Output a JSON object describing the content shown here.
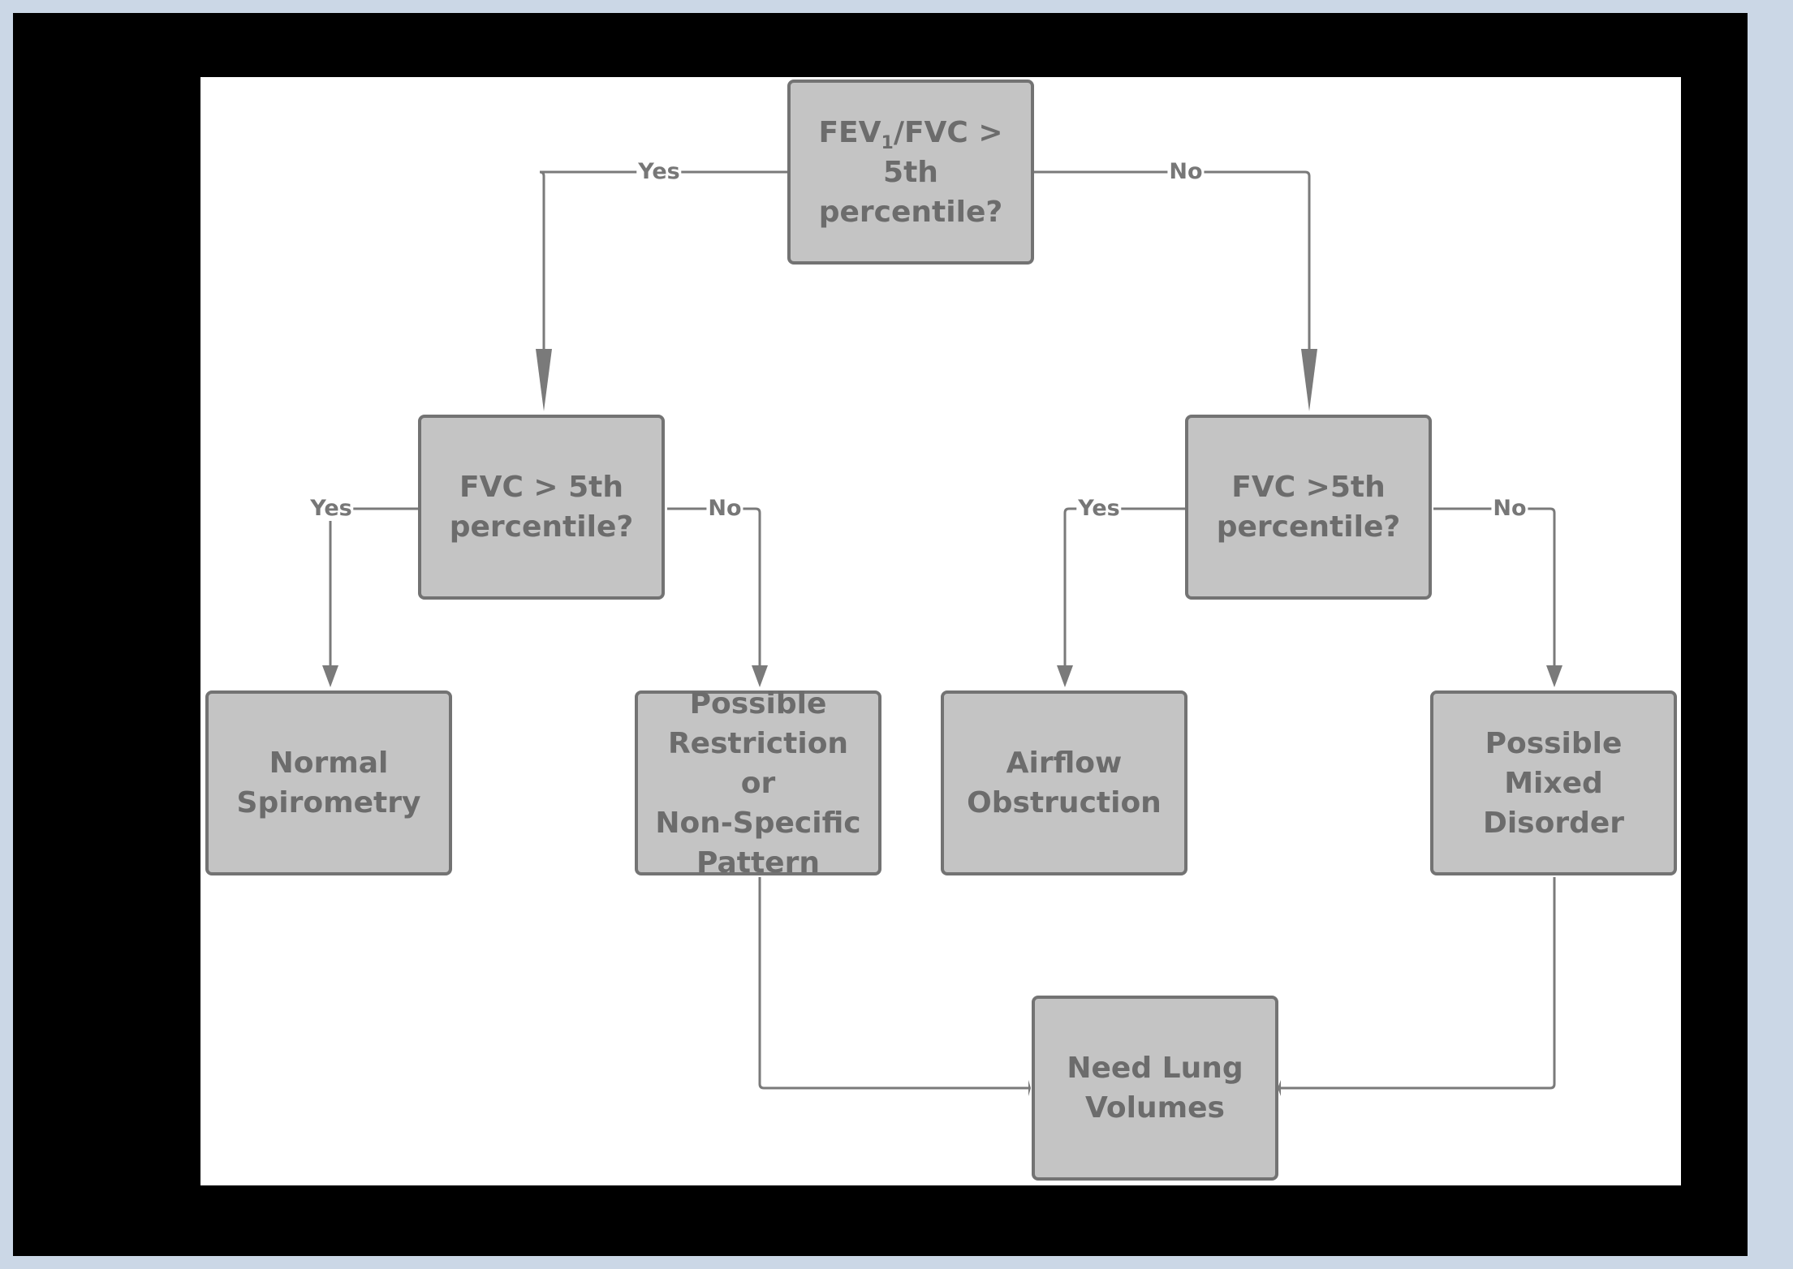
{
  "nodes": {
    "root": {
      "label": "FEV",
      "subscript": "1",
      "label_rest_1": "/FVC >",
      "label_rest_2": "5th",
      "label_rest_3": "percentile?"
    },
    "left_decision": {
      "line1": "FVC > 5th",
      "line2": "percentile?"
    },
    "right_decision": {
      "line1": "FVC >5th",
      "line2": "percentile?"
    },
    "normal": {
      "line1": "Normal",
      "line2": "Spirometry"
    },
    "restriction": {
      "line1": "Possible",
      "line2": "Restriction or",
      "line3": "Non-Specific",
      "line4": "Pattern"
    },
    "obstruction": {
      "line1": "Airflow",
      "line2": "Obstruction"
    },
    "mixed": {
      "line1": "Possible Mixed",
      "line2": "Disorder"
    },
    "lung_volumes": {
      "line1": "Need Lung",
      "line2": "Volumes"
    }
  },
  "edges": {
    "root_yes": "Yes",
    "root_no": "No",
    "left_yes": "Yes",
    "left_no": "No",
    "right_yes": "Yes",
    "right_no": "No"
  },
  "colors": {
    "page_background": "#cbd7e6",
    "frame": "#000000",
    "canvas": "#ffffff",
    "node_fill": "#c4c4c4",
    "node_border": "#737373",
    "text": "#6c6c6c",
    "connector": "#7a7a7a"
  }
}
